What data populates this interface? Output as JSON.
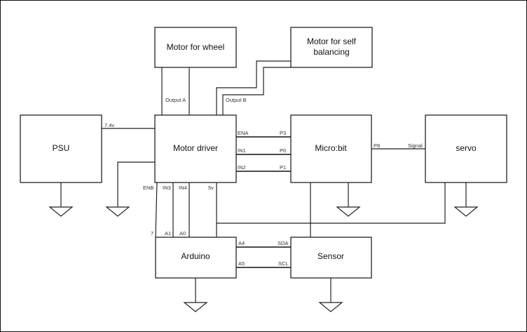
{
  "diagram": {
    "blocks": {
      "motor_wheel": "Motor for wheel",
      "motor_balance_line1": "Motor for self",
      "motor_balance_line2": "balancing",
      "psu": "PSU",
      "motor_driver": "Motor driver",
      "microbit": "Micro:bit",
      "servo": "servo",
      "arduino": "Arduino",
      "sensor": "Sensor"
    },
    "labels": {
      "output_a": "Output A",
      "output_b": "Output B",
      "psu_voltage": "7.4v",
      "ena": "ENA",
      "in1": "IN1",
      "in2": "IN2",
      "p3": "P3",
      "p0": "P0",
      "p1": "P1",
      "p8": "P8",
      "signal": "Signal",
      "enb": "ENB",
      "in3": "IN3",
      "in4": "IN4",
      "v5": "5v",
      "pin7": "7",
      "a1": "A1",
      "a0": "A0",
      "a4": "A4",
      "a5": "A5",
      "sda": "SDA",
      "scl": "SCL"
    }
  }
}
